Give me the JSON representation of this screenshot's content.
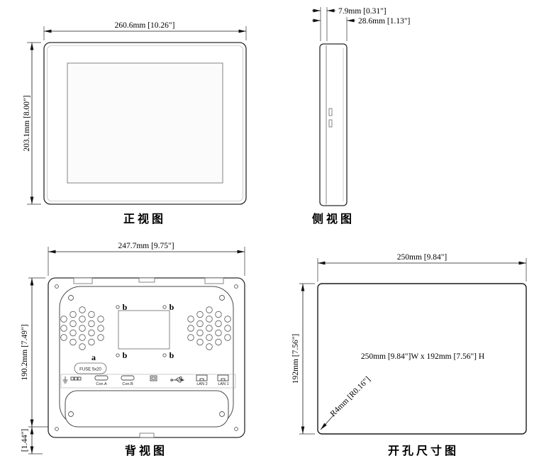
{
  "views": {
    "front": {
      "label": "正视图",
      "width_dim": "260.6mm [10.26\"]",
      "height_dim": "203.1mm [8.00\"]"
    },
    "side": {
      "label": "侧视图",
      "bezel_depth_dim": "7.9mm [0.31\"]",
      "total_depth_dim": "28.6mm [1.13\"]"
    },
    "back": {
      "label": "背视图",
      "width_dim": "247.7mm [9.75\"]",
      "height_dim": "190.2mm [7.49\"]",
      "bottom_dim": "[1.44\"]",
      "callout_a": "a",
      "callout_b": "b",
      "fuse_label": "FUSE 5x20",
      "connectors": [
        "Con.A",
        "Con.B",
        "LAN 2",
        "LAN 1"
      ]
    },
    "cutout": {
      "label": "开孔尺寸图",
      "width_dim": "250mm [9.84\"]",
      "height_dim": "192mm [7.56\"]",
      "size_note": "250mm [9.84\"]W x 192mm [7.56\"] H",
      "corner_radius": "R4mm [R0.16\"]"
    }
  },
  "colors": {
    "line": "#1a1a1a",
    "background": "#ffffff"
  }
}
